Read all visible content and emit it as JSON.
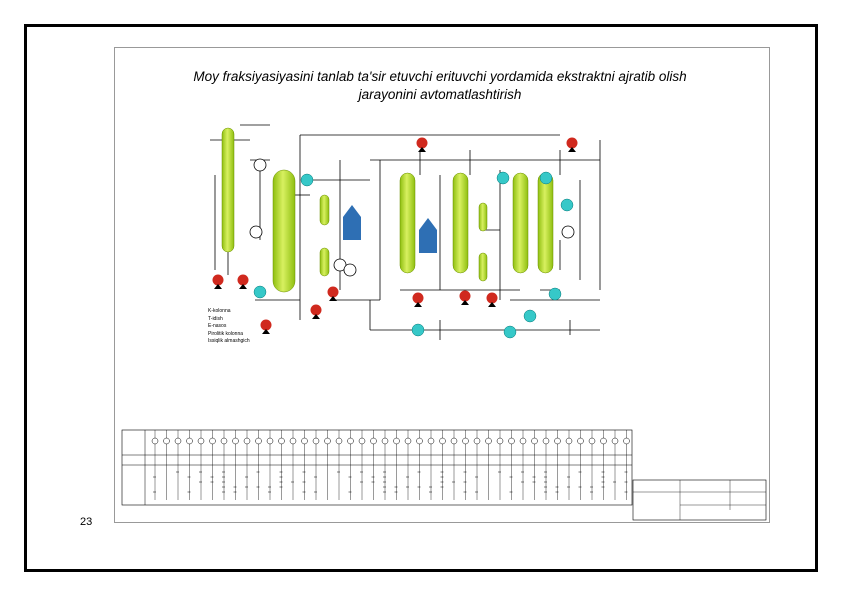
{
  "title_line1": "Moy fraksiyasiyasini tanlab ta'sir etuvchi erituvchi yordamida ekstraktni ajratib olish",
  "title_line2": "jarayonini avtomatlashtirish",
  "page_number": "23",
  "legend": [
    "K-kolonna",
    "T-idish",
    "E-nasos",
    "Pirolitik kolonna",
    "Issiqlik almashgich"
  ],
  "colors": {
    "column": "#b4dc2c",
    "pump": "#d0291e",
    "instrument": "#36c8c8",
    "vessel": "#2e6fb4",
    "line": "#000000",
    "label": "#1a3fd6"
  }
}
